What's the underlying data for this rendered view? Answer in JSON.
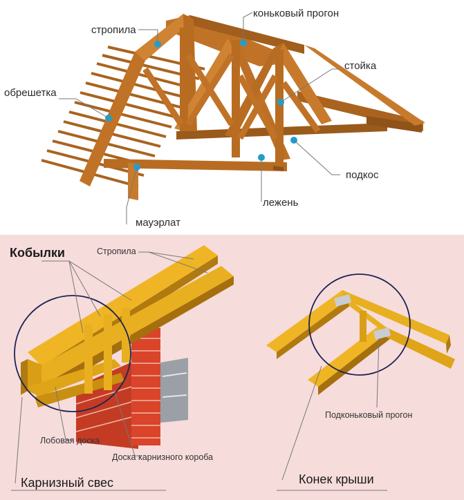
{
  "colors": {
    "top_background": "#ffffff",
    "bottom_background": "#f7dcdc",
    "wood_top": "#c87a2c",
    "wood_top_dark": "#8f5218",
    "wood_bottom": "#e8b020",
    "wood_bottom_dark": "#b07a10",
    "brick": "#d9442a",
    "marker": "#1e9fd0",
    "leader_line": "#777777",
    "circle_outline": "#1c2450"
  },
  "top_labels": {
    "stropila": "стропила",
    "konkovy_progon": "коньковый прогон",
    "stoyka": "стойка",
    "obreshetka": "обрешетка",
    "podkos": "подкос",
    "lezhen": "лежень",
    "mauerlat": "мауэрлат"
  },
  "bottom_labels": {
    "kobylki": "Кобылки",
    "stropila": "Стропила",
    "lobovaya_doska": "Лобовая доска",
    "doska_karniznogo_koroba": "Доска карнизного короба",
    "karnizny_sves": "Карнизный свес",
    "podkonkovy_progon": "Подконьковый прогон",
    "konek_kryshi": "Конек крыши"
  }
}
